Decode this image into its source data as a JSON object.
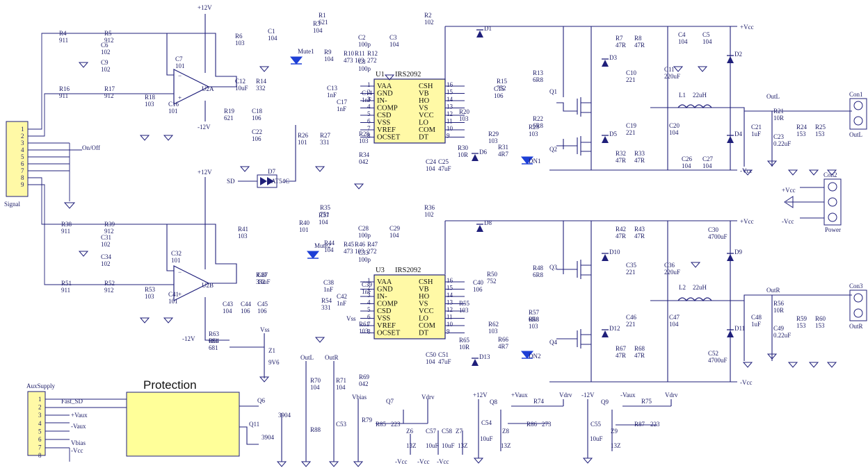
{
  "title_partial": "",
  "top_text": "",
  "rails": {
    "p12": "+12V",
    "n12": "-12V",
    "pvcc": "+Vcc",
    "nvcc": "-Vcc",
    "vss": "Vss",
    "vdrv": "Vdrv",
    "vbias": "Vbias",
    "vaux_p": "+Vaux",
    "vaux_n": "-Vaux",
    "sd": "SD"
  },
  "signal_connector": {
    "name": "Signal",
    "pins": [
      "1",
      "2",
      "3",
      "4",
      "5",
      "6",
      "7",
      "8",
      "9"
    ],
    "onoff": "On/Off"
  },
  "aux_connector": {
    "name": "AuxSupply",
    "pins": [
      "1",
      "2",
      "3",
      "4",
      "5",
      "6",
      "7",
      "8"
    ],
    "nets": [
      "Fast_SD",
      "+Vaux",
      "-Vaux",
      "Vbias",
      "-Vcc"
    ]
  },
  "protection": {
    "label": "Protection"
  },
  "ic": {
    "part": "IRS2092",
    "u1": "U1",
    "u3": "U3",
    "left_pins": [
      "VAA",
      "GND",
      "IN-",
      "COMP",
      "CSD",
      "VSS",
      "VREF",
      "OCSET"
    ],
    "right_pins": [
      "CSH",
      "VB",
      "HO",
      "VS",
      "VCC",
      "LO",
      "COM",
      "DT"
    ],
    "left_nums": [
      "1",
      "2",
      "3",
      "4",
      "5",
      "6",
      "7",
      "8"
    ],
    "right_nums": [
      "16",
      "15",
      "14",
      "13",
      "12",
      "11",
      "10",
      "9"
    ]
  },
  "opamps": {
    "u2a": "U2A",
    "u2b": "U2B"
  },
  "outputs": {
    "con1": "Con1",
    "con2": "Con2",
    "con3": "Con3",
    "outl": "OutL",
    "outr": "OutR",
    "power": "Power",
    "l1": "L1",
    "l2": "L2",
    "inductance": "22uH"
  },
  "components_top": [
    {
      "ref": "R4",
      "val": "911"
    },
    {
      "ref": "R5",
      "val": "912"
    },
    {
      "ref": "R6",
      "val": "103"
    },
    {
      "ref": "R16",
      "val": "911"
    },
    {
      "ref": "R17",
      "val": "912"
    },
    {
      "ref": "R18",
      "val": "103"
    },
    {
      "ref": "R1",
      "val": "621"
    },
    {
      "ref": "R2",
      "val": "102"
    },
    {
      "ref": "R3",
      "val": "104"
    },
    {
      "ref": "R14",
      "val": "332"
    },
    {
      "ref": "R19",
      "val": "621"
    },
    {
      "ref": "R26",
      "val": "101"
    },
    {
      "ref": "R27",
      "val": "331"
    },
    {
      "ref": "R9",
      "val": "104"
    },
    {
      "ref": "R10",
      "val": "473"
    },
    {
      "ref": "R11",
      "val": "103"
    },
    {
      "ref": "R12",
      "val": "272"
    },
    {
      "ref": "R13",
      "val": "6R8"
    },
    {
      "ref": "R15",
      "val": "752"
    },
    {
      "ref": "R20",
      "val": "103"
    },
    {
      "ref": "R22",
      "val": "6R8"
    },
    {
      "ref": "R23",
      "val": "103"
    },
    {
      "ref": "R29",
      "val": "103"
    },
    {
      "ref": "R30",
      "val": "10R"
    },
    {
      "ref": "R31",
      "val": "4R7"
    },
    {
      "ref": "R28",
      "val": "103"
    },
    {
      "ref": "R34",
      "val": "042"
    },
    {
      "ref": "R7",
      "val": "47R"
    },
    {
      "ref": "R8",
      "val": "47R"
    },
    {
      "ref": "R32",
      "val": "47R"
    },
    {
      "ref": "R33",
      "val": "47R"
    },
    {
      "ref": "R21",
      "val": "10R"
    },
    {
      "ref": "R24",
      "val": "153"
    },
    {
      "ref": "R25",
      "val": "153"
    }
  ],
  "caps_top": [
    {
      "ref": "C6",
      "val": "102"
    },
    {
      "ref": "C9",
      "val": "102"
    },
    {
      "ref": "C7",
      "val": "101"
    },
    {
      "ref": "C1",
      "val": "104"
    },
    {
      "ref": "C12",
      "val": "10uF"
    },
    {
      "ref": "C16",
      "val": "101"
    },
    {
      "ref": "C18",
      "val": "106"
    },
    {
      "ref": "C22",
      "val": "106"
    },
    {
      "ref": "C13",
      "val": "1nF"
    },
    {
      "ref": "C14",
      "val": "1nF"
    },
    {
      "ref": "C17",
      "val": "1nF"
    },
    {
      "ref": "C2",
      "val": "100p"
    },
    {
      "ref": "C8",
      "val": "100p"
    },
    {
      "ref": "C3",
      "val": "104"
    },
    {
      "ref": "C15",
      "val": "106"
    },
    {
      "ref": "C4",
      "val": "104"
    },
    {
      "ref": "C5",
      "val": "104"
    },
    {
      "ref": "C10",
      "val": "221"
    },
    {
      "ref": "C11",
      "val": "220uF"
    },
    {
      "ref": "C19",
      "val": "221"
    },
    {
      "ref": "C20",
      "val": "104"
    },
    {
      "ref": "C21",
      "val": "1uF"
    },
    {
      "ref": "C23",
      "val": "0.22uF"
    },
    {
      "ref": "C24",
      "val": "104"
    },
    {
      "ref": "C25",
      "val": "47uF"
    },
    {
      "ref": "C26",
      "val": "104"
    },
    {
      "ref": "C27",
      "val": "104"
    }
  ],
  "components_bottom": [
    {
      "ref": "R38",
      "val": "911"
    },
    {
      "ref": "R39",
      "val": "912"
    },
    {
      "ref": "R41",
      "val": "103"
    },
    {
      "ref": "R51",
      "val": "911"
    },
    {
      "ref": "R52",
      "val": "912"
    },
    {
      "ref": "R53",
      "val": "103"
    },
    {
      "ref": "R35",
      "val": "751"
    },
    {
      "ref": "R36",
      "val": "102"
    },
    {
      "ref": "R37",
      "val": "104"
    },
    {
      "ref": "R40",
      "val": "101"
    },
    {
      "ref": "R49",
      "val": "332"
    },
    {
      "ref": "R54",
      "val": "331"
    },
    {
      "ref": "R44",
      "val": "104"
    },
    {
      "ref": "R45",
      "val": "473"
    },
    {
      "ref": "R46",
      "val": "103"
    },
    {
      "ref": "R47",
      "val": "272"
    },
    {
      "ref": "R48",
      "val": "6R8"
    },
    {
      "ref": "R50",
      "val": "752"
    },
    {
      "ref": "R55",
      "val": "103"
    },
    {
      "ref": "R57",
      "val": "6R8"
    },
    {
      "ref": "R58",
      "val": "103"
    },
    {
      "ref": "R62",
      "val": "103"
    },
    {
      "ref": "R65",
      "val": "10R"
    },
    {
      "ref": "R66",
      "val": "4R7"
    },
    {
      "ref": "R61",
      "val": "103"
    },
    {
      "ref": "R69",
      "val": "042"
    },
    {
      "ref": "R42",
      "val": "47R"
    },
    {
      "ref": "R43",
      "val": "47R"
    },
    {
      "ref": "R67",
      "val": "47R"
    },
    {
      "ref": "R68",
      "val": "47R"
    },
    {
      "ref": "R56",
      "val": "10R"
    },
    {
      "ref": "R59",
      "val": "153"
    },
    {
      "ref": "R60",
      "val": "153"
    },
    {
      "ref": "R63",
      "val": "681"
    },
    {
      "ref": "R64",
      "val": "681"
    }
  ],
  "caps_bottom": [
    {
      "ref": "C31",
      "val": "102"
    },
    {
      "ref": "C34",
      "val": "102"
    },
    {
      "ref": "C32",
      "val": "101"
    },
    {
      "ref": "C37",
      "val": "10uF"
    },
    {
      "ref": "C41",
      "val": "101"
    },
    {
      "ref": "C43",
      "val": "104"
    },
    {
      "ref": "C44",
      "val": "106"
    },
    {
      "ref": "C45",
      "val": "106"
    },
    {
      "ref": "C38",
      "val": "1nF"
    },
    {
      "ref": "C39",
      "val": "1nF"
    },
    {
      "ref": "C42",
      "val": "1nF"
    },
    {
      "ref": "C28",
      "val": "100p"
    },
    {
      "ref": "C33",
      "val": "100p"
    },
    {
      "ref": "C29",
      "val": "104"
    },
    {
      "ref": "C40",
      "val": "106"
    },
    {
      "ref": "C30",
      "val": "4700uF"
    },
    {
      "ref": "C35",
      "val": "221"
    },
    {
      "ref": "C36",
      "val": "220uF"
    },
    {
      "ref": "C46",
      "val": "221"
    },
    {
      "ref": "C47",
      "val": "104"
    },
    {
      "ref": "C48",
      "val": "1uF"
    },
    {
      "ref": "C49",
      "val": "0.22uF"
    },
    {
      "ref": "C50",
      "val": "104"
    },
    {
      "ref": "C51",
      "val": "47uF"
    },
    {
      "ref": "C52",
      "val": "4700uF"
    }
  ],
  "aux": {
    "q6": "Q6",
    "q11": "Q11",
    "q6_part": "3904",
    "q11_part": "3904",
    "r70": "R70",
    "r70_val": "104",
    "r71": "R71",
    "r71_val": "104",
    "r88": "R88",
    "c53": "C53",
    "r79": "R79",
    "q7": "Q7",
    "r85": "R85",
    "r85_val": "223",
    "z6": "Z6",
    "z6_val": "13Z",
    "c57": "C57",
    "c58": "C58",
    "z7": "Z7",
    "z7_val": "13Z",
    "val_10uf": "10uF",
    "q8": "Q8",
    "r74": "R74",
    "r86": "R86",
    "r86_val": "273",
    "c54": "C54",
    "z8": "Z8",
    "z8_val": "13Z",
    "q9": "Q9",
    "r75": "R75",
    "r87": "R87",
    "r87_val": "223",
    "c55": "C55",
    "z9": "Z9",
    "z9_val": "13Z",
    "z1": "Z1",
    "z1_val": "9V6"
  },
  "misc": {
    "d7": "D7",
    "d7_part": "BAT54C",
    "mute1": "Mute1",
    "mute2": "Mute2",
    "dn1": "DN1",
    "dn2": "DN2",
    "d6": "D6",
    "d13": "D13",
    "q1": "Q1",
    "q2": "Q2",
    "q3": "Q3",
    "q4": "Q4",
    "d1": "D1",
    "d2": "D2",
    "d3": "D3",
    "d4": "D4",
    "d5": "D5",
    "d8": "D8",
    "d9": "D9",
    "d10": "D10",
    "d11": "D11",
    "d12": "D12"
  }
}
